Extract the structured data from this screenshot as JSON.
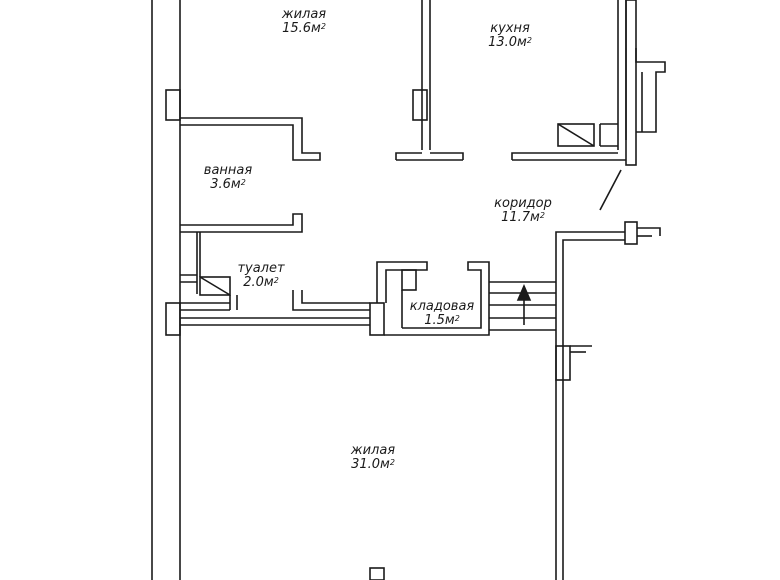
{
  "rooms": [
    {
      "name": "жилая",
      "area": "15.6м",
      "sup": "2"
    },
    {
      "name": "кухня",
      "area": "13.0м",
      "sup": "2"
    },
    {
      "name": "ванная",
      "area": "3.6м",
      "sup": "2"
    },
    {
      "name": "коридор",
      "area": "11.7м",
      "sup": "2"
    },
    {
      "name": "туалет",
      "area": "2.0м",
      "sup": "2"
    },
    {
      "name": "кладовая",
      "area": "1.5м",
      "sup": "2"
    },
    {
      "name": "жилая",
      "area": "31.0м",
      "sup": "2"
    }
  ],
  "colors": {
    "line": "#1a1a1a",
    "background": "#ffffff"
  }
}
